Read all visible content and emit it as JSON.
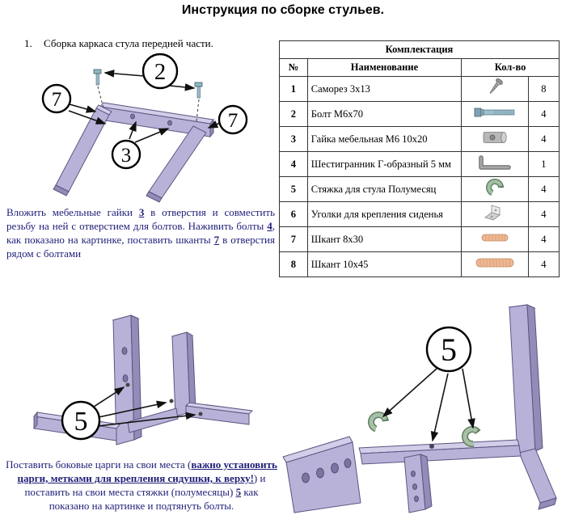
{
  "page": {
    "title": "Инструкция по сборке стульев."
  },
  "colors": {
    "body_text": "#1e1e78",
    "wood": "#b9b2d8",
    "dowel": "#f0b894",
    "bolt": "#8fb8c4",
    "crescent": "#9cb89c"
  },
  "step1": {
    "number": "1.",
    "heading": "Сборка каркаса стула передней части.",
    "callouts": [
      "2",
      "7",
      "3",
      "7"
    ],
    "para": {
      "p1": "Вложить мебельные гайки ",
      "b1": "3",
      "p2": " в отверстия и совместить резьбу на ней с отверстием для болтов. Наживить болты ",
      "b2": "4",
      "p3": ", как показано на картинке, поставить шканты ",
      "b3": "7",
      "p4": " в отверстия рядом с болтами"
    }
  },
  "table": {
    "title": "Комплектация",
    "col_num": "№",
    "col_name": "Наименование",
    "col_qty": "Кол-во",
    "rows": [
      {
        "num": "1",
        "name": "Саморез 3х13",
        "icon": "screw-icon",
        "qty": "8"
      },
      {
        "num": "2",
        "name": "Болт  М6х70",
        "icon": "bolt-icon",
        "qty": "4"
      },
      {
        "num": "3",
        "name": "Гайка мебельная М6 10х20",
        "icon": "barrel-nut-icon",
        "qty": "4"
      },
      {
        "num": "4",
        "name": "Шестигранник Г-образный 5 мм",
        "icon": "hex-key-icon",
        "qty": "1"
      },
      {
        "num": "5",
        "name": "Стяжка для стула Полумесяц",
        "icon": "crescent-bracket-icon",
        "qty": "4"
      },
      {
        "num": "6",
        "name": "Уголки для крепления сиденья",
        "icon": "corner-bracket-icon",
        "qty": "4"
      },
      {
        "num": "7",
        "name": "Шкант 8х30",
        "icon": "dowel-icon",
        "qty": "4"
      },
      {
        "num": "8",
        "name": "Шкант 10х45",
        "icon": "dowel-icon",
        "qty": "4"
      }
    ]
  },
  "step2": {
    "callout": "5",
    "para": {
      "p1": "Поставить боковые царги на свои места (",
      "b1": "важно установить царги, метками для крепления сидушки, к верху!",
      "p2": ") и поставить на свои места стяжки (полумесяцы) ",
      "b2": "5",
      "p3": " как показано на картинке и подтянуть болты."
    }
  },
  "step3": {
    "callout": "5"
  }
}
